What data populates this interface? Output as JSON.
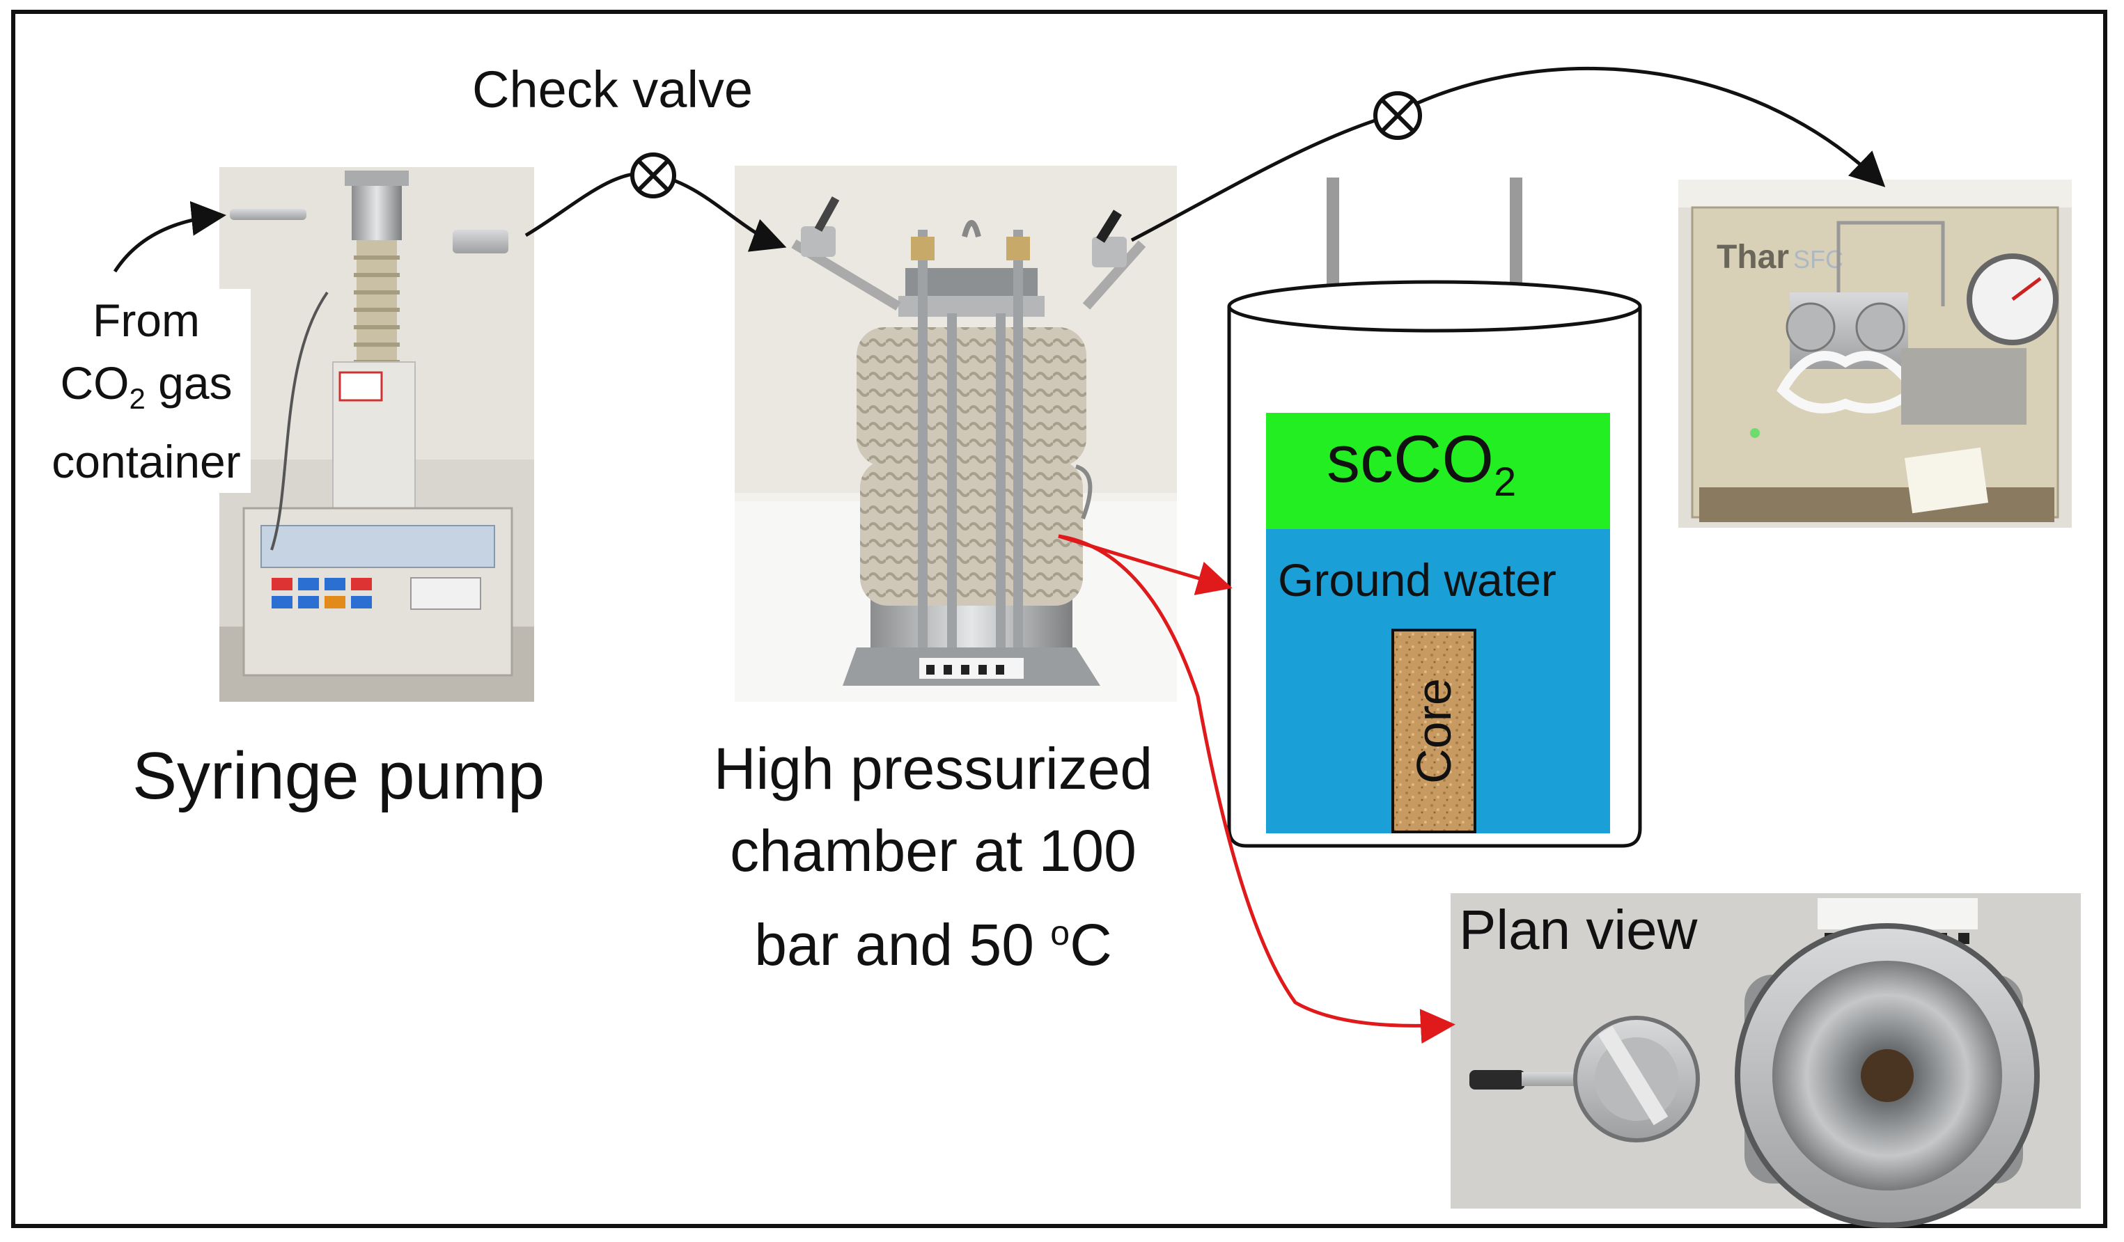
{
  "labels": {
    "check_valve": "Check valve",
    "from_line1": "From",
    "from_line2_prefix": "CO",
    "from_line2_sub": "2",
    "from_line2_suffix": " gas",
    "from_line3": "container",
    "syringe_pump": "Syringe pump",
    "chamber_line1": "High pressurized",
    "chamber_line2": "chamber at 100",
    "chamber_line3_prefix": "bar and 50 ",
    "chamber_line3_sup": "o",
    "chamber_line3_suffix": "C",
    "scco2_prefix": "scCO",
    "scco2_sub": "2",
    "ground_water": "Ground water",
    "core": "Core",
    "plan_view": "Plan view",
    "thar_brand": "Thar",
    "thar_model": "SFC"
  },
  "colors": {
    "scco2_fill": "#22ee22",
    "water_fill": "#1a9fd6",
    "core_fill": "#c79a62",
    "arrow_red": "#e01a1a",
    "line_black": "#111111"
  },
  "icons": {
    "valve": "circle-x-valve-icon"
  }
}
